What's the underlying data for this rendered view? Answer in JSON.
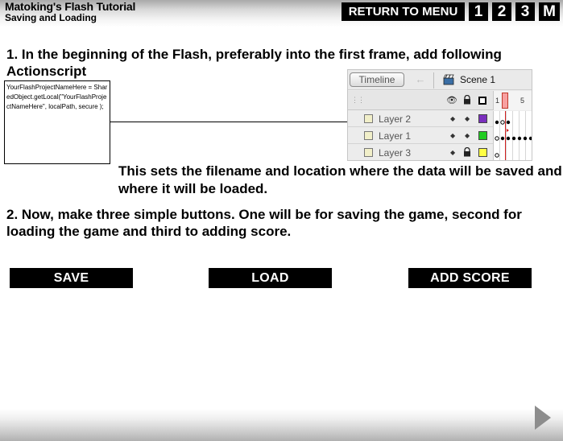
{
  "header": {
    "title": "Matoking's Flash Tutorial",
    "subtitle": "Saving and Loading"
  },
  "nav": {
    "menu_label": "RETURN TO MENU",
    "page1": "1",
    "page2": "2",
    "page3": "3",
    "menu_short": "M"
  },
  "step1": {
    "text": "1. In the beginning of the Flash, preferably into the first frame, add following Actionscript",
    "code": "YourFlashProjectNameHere = SharedObject.getLocal(\"YourFlashProjectNameHere\", localPath, secure );",
    "note": "This sets the filename and location where the data will be saved and where it will be loaded."
  },
  "timeline": {
    "tab_label": "Timeline",
    "scene_label": "Scene 1",
    "ruler_1": "1",
    "ruler_5": "5",
    "layers": [
      {
        "name": "Layer 2",
        "color": "#7b2fbe"
      },
      {
        "name": "Layer 1",
        "color": "#22cc22"
      },
      {
        "name": "Layer 3",
        "color": "#ffff44"
      }
    ]
  },
  "step2": {
    "text": "2. Now, make three simple buttons. One will be for saving the game, second for loading the game and third to adding score."
  },
  "buttons": {
    "save": "SAVE",
    "load": "LOAD",
    "add_score": "ADD SCORE"
  },
  "icons": {
    "next": "next-arrow-icon"
  }
}
